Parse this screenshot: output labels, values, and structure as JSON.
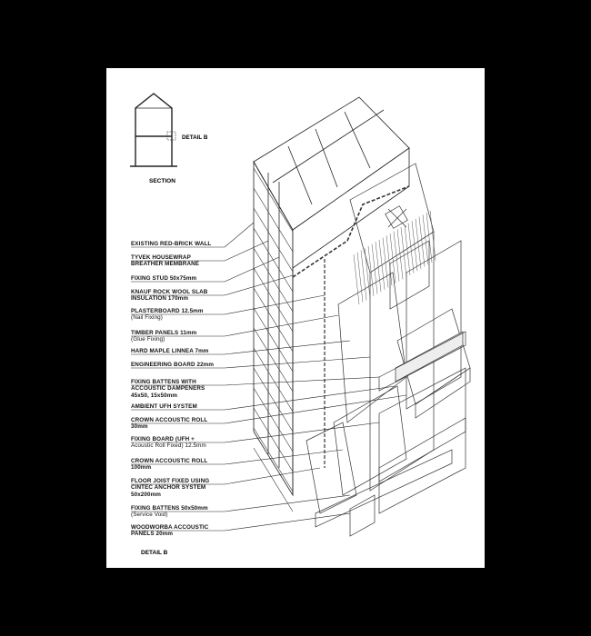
{
  "section_title": "SECTION",
  "detail_b_marker": "DETAIL B",
  "detail_title": "DETAIL B",
  "labels": [
    {
      "text": "EXISTING RED-BRICK WALL",
      "sub": ""
    },
    {
      "text": "TYVEK HOUSEWRAP\nBREATHER MEMBRANE",
      "sub": ""
    },
    {
      "text": "FIXING STUD 50x75mm",
      "sub": ""
    },
    {
      "text": "KNAUF ROCK WOOL SLAB\nINSULATION 170mm",
      "sub": ""
    },
    {
      "text": "PLASTERBOARD 12.5mm",
      "sub": "(Nail Fixing)"
    },
    {
      "text": "TIMBER PANELS 11mm",
      "sub": "(Glue Fixing)"
    },
    {
      "text": "HARD MAPLE LINNEA 7mm",
      "sub": ""
    },
    {
      "text": "ENGINEERING BOARD 22mm",
      "sub": ""
    },
    {
      "text": "FIXING BATTENS WITH\nACCOUSTIC DAMPENERS\n45x50, 15x50mm",
      "sub": ""
    },
    {
      "text": "AMBIENT UFH SYSTEM",
      "sub": ""
    },
    {
      "text": "CROWN ACCOUSTIC ROLL\n30mm",
      "sub": ""
    },
    {
      "text": "FIXING BOARD (UFH +",
      "sub": "Acoustic Roll Fixed) 12.5mm"
    },
    {
      "text": "CROWN ACCOUSTIC ROLL\n100mm",
      "sub": ""
    },
    {
      "text": "FLOOR JOIST FIXED USING\nCINTEC ANCHOR SYSTEM\n50x200mm",
      "sub": ""
    },
    {
      "text": "FIXING BATTENS 50x50mm",
      "sub": "(Service Void)"
    },
    {
      "text": "WOODWORBA ACCOUSTIC\nPANELS 20mm",
      "sub": ""
    }
  ]
}
